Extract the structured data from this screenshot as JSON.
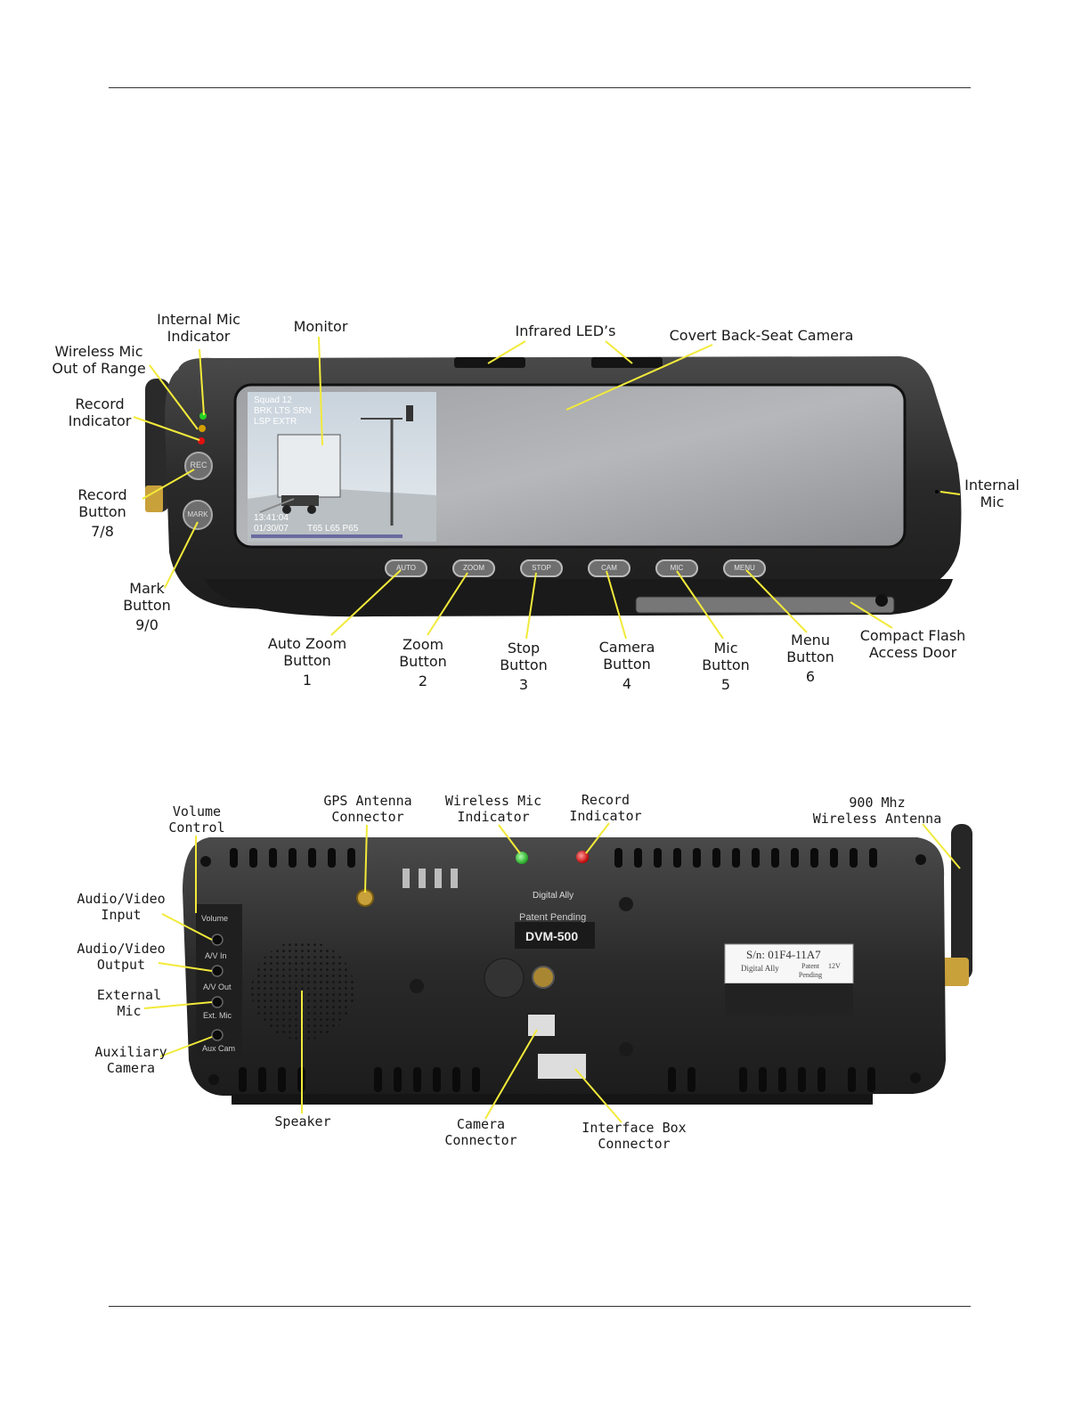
{
  "top": {
    "labels": {
      "internal_mic_indicator": [
        "Internal Mic",
        "Indicator"
      ],
      "monitor": [
        "Monitor"
      ],
      "infrared_leds": [
        "Infrared LED’s"
      ],
      "covert_camera": [
        "Covert Back-Seat Camera"
      ],
      "wireless_mic_out": [
        "Wireless Mic",
        "Out of Range"
      ],
      "record_indicator": [
        "Record",
        "Indicator"
      ],
      "record_button": [
        "Record",
        "Button"
      ],
      "record_button_num": "7/8",
      "internal_mic": [
        "Internal",
        "Mic"
      ],
      "mark_button": [
        "Mark",
        "Button"
      ],
      "mark_button_num": "9/0",
      "auto_zoom_button": [
        "Auto Zoom",
        "Button"
      ],
      "auto_zoom_num": "1",
      "zoom_button": [
        "Zoom",
        "Button"
      ],
      "zoom_num": "2",
      "stop_button": [
        "Stop",
        "Button"
      ],
      "stop_num": "3",
      "camera_button": [
        "Camera",
        "Button"
      ],
      "camera_num": "4",
      "mic_button": [
        "Mic",
        "Button"
      ],
      "mic_num": "5",
      "menu_button": [
        "Menu",
        "Button"
      ],
      "menu_num": "6",
      "compact_flash": [
        "Compact Flash",
        "Access Door"
      ]
    },
    "device_buttons": [
      "REC",
      "MARK"
    ],
    "bottom_buttons": [
      "AUTO",
      "ZOOM",
      "STOP",
      "CAM",
      "MIC",
      "MENU"
    ],
    "screen_overlay": {
      "line1": "Squad 12",
      "line2": "BRK LTS SRN",
      "line3": "LSP EXTR",
      "time": "13:41:04",
      "date": "01/30/07",
      "speeds": "T65 L65 P65"
    }
  },
  "bottom": {
    "labels": {
      "volume_control": [
        "Volume",
        "Control"
      ],
      "gps_antenna": [
        "GPS Antenna",
        "Connector"
      ],
      "wireless_mic_indicator": [
        "Wireless Mic",
        "Indicator"
      ],
      "record_indicator": [
        "Record",
        "Indicator"
      ],
      "wireless_antenna": [
        "900 Mhz",
        "Wireless Antenna"
      ],
      "av_input": [
        "Audio/Video",
        "Input"
      ],
      "av_output": [
        "Audio/Video",
        "Output"
      ],
      "external_mic": [
        "External",
        "Mic"
      ],
      "aux_camera": [
        "Auxiliary",
        "Camera"
      ],
      "speaker": [
        "Speaker"
      ],
      "camera_connector": [
        "Camera",
        "Connector"
      ],
      "interface_box": [
        "Interface Box",
        "Connector"
      ]
    },
    "panel_text": {
      "volume": "Volume",
      "av_in": "A/V In",
      "av_out": "A/V Out",
      "ext_mic": "Ext. Mic",
      "aux_cam": "Aux Cam",
      "brand": "Digital Ally",
      "patent": "Patent Pending",
      "model": "DVM-500",
      "serial": "S/n: 01F4-11A7",
      "sticker_patent": "Patent Pending",
      "voltage": "12V"
    }
  },
  "colors": {
    "body": "#2b2b2b",
    "led_green": "#3fcf3f",
    "led_red": "#e02020",
    "leader": "#f2ea3a"
  }
}
